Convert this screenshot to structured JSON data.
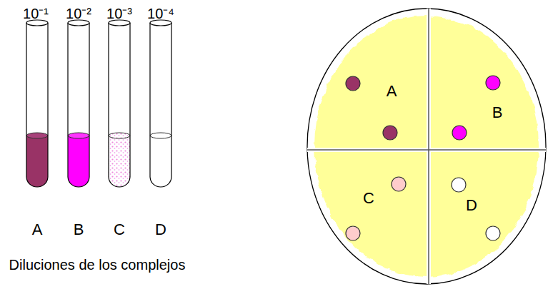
{
  "diagram": {
    "caption": "Diluciones de los complejos",
    "nodes": [
      {
        "text": [
          "A",
          "B",
          "C",
          "D"
        ]
      }
    ],
    "labels": [
      "10⁻¹",
      "10⁻²",
      "10⁻³",
      "10⁻⁴",
      "A",
      "B",
      "C",
      "D"
    ]
  }
}
